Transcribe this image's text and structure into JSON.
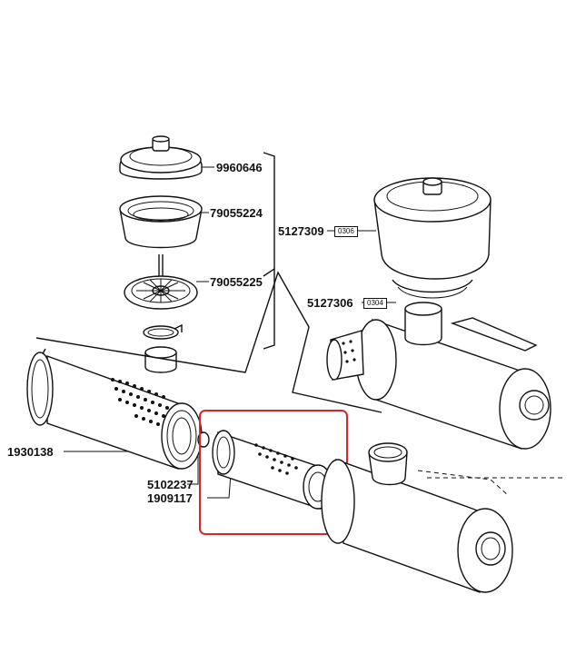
{
  "parts": {
    "cover": "9960646",
    "cartridge": "79055224",
    "impeller": "79055225",
    "assembly_top": "5127309",
    "assembly_top_box": "0306",
    "assembly_bottom": "5127306",
    "assembly_bottom_box": "0304",
    "main_filter": "1930138",
    "gasket": "5102237",
    "safety_filter": "1909117"
  },
  "colors": {
    "line": "#111111",
    "highlight": "#d9242a"
  }
}
